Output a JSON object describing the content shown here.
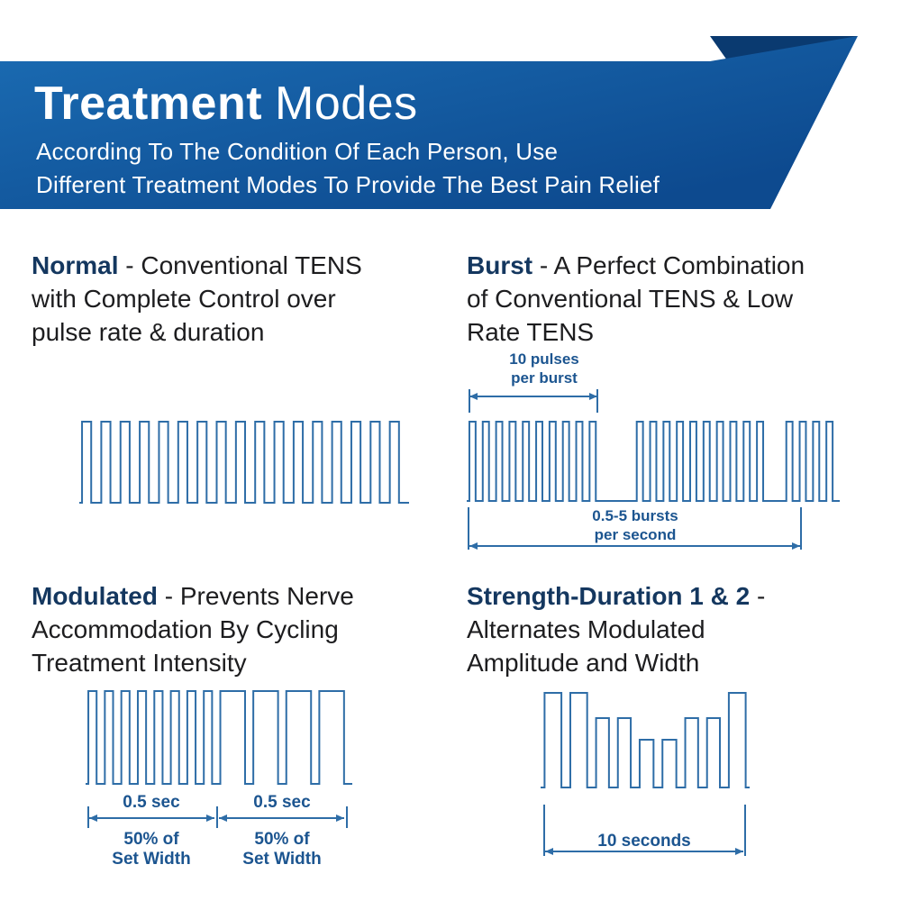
{
  "banner": {
    "title_bold": "Treatment",
    "title_regular": "Modes",
    "subtitle_line1": "According To The Condition Of Each Person, Use",
    "subtitle_line2": "Different Treatment Modes To Provide The Best Pain Relief"
  },
  "sections": {
    "normal": {
      "line1_name": "Normal",
      "line1_rest": " - Conventional TENS",
      "line2": "with Complete Control over",
      "line3": "pulse rate & duration"
    },
    "burst": {
      "line1_name": "Burst",
      "line1_rest": " - A Perfect Combination",
      "line2": "of Conventional TENS & Low",
      "line3": "Rate TENS",
      "top_label_line1": "10 pulses",
      "top_label_line2": "per burst",
      "bottom_label_line1": "0.5-5 bursts",
      "bottom_label_line2": "per second"
    },
    "modulated": {
      "line1_name": "Modulated",
      "line1_rest": " - Prevents Nerve",
      "line2": "Accommodation By Cycling",
      "line3": "Treatment Intensity",
      "left_time": "0.5 sec",
      "right_time": "0.5 sec",
      "left_width_line1": "50% of",
      "left_width_line2": "Set Width",
      "right_width_line1": "50% of",
      "right_width_line2": "Set Width"
    },
    "strength": {
      "line1_name": "Strength-Duration 1 & 2",
      "line1_rest": " -",
      "line2": "Alternates Modulated",
      "line3": "Amplitude and Width",
      "bottom_label": "10 seconds"
    }
  },
  "waveforms": {
    "normal": {
      "h": 100,
      "base": 97,
      "lead": 3,
      "segments": [
        {
          "n": 17,
          "w": 10,
          "g": 11,
          "amp": 90
        }
      ]
    },
    "burst": {
      "h": 98,
      "base": 95,
      "lead": 3,
      "segments": [
        {
          "n": 10,
          "w": 7,
          "g": 8,
          "amp": 88
        },
        {
          "gap": 38
        },
        {
          "n": 10,
          "w": 7,
          "g": 8,
          "amp": 88
        },
        {
          "gap": 18
        },
        {
          "n": 4,
          "w": 7,
          "g": 8,
          "amp": 88
        }
      ]
    },
    "modulated": {
      "h": 113,
      "base": 110,
      "lead": 3,
      "segments": [
        {
          "n": 8,
          "w": 9,
          "g": 9,
          "amp": 103
        },
        {
          "n": 4,
          "w": 27,
          "g": 9,
          "amp": 103
        }
      ]
    },
    "strength": {
      "h": 114,
      "base": 111,
      "lead": 4,
      "segments": [
        {
          "n": 2,
          "w": 17,
          "g": 9,
          "amp": 105
        },
        {
          "n": 2,
          "w": 13,
          "g": 9,
          "amp": 77
        },
        {
          "n": 2,
          "w": 14,
          "g": 9,
          "amp": 53
        },
        {
          "n": 2,
          "w": 13,
          "g": 9,
          "amp": 77
        },
        {
          "n": 1,
          "w": 17,
          "g": 4,
          "amp": 105
        }
      ]
    }
  },
  "colors": {
    "banner-top": "#1b6cb3",
    "banner-bottom": "#0d4a8f",
    "fold": "#0a3a70",
    "navy": "#14375f",
    "body": "#1d1d1f",
    "wave": "#2e6da7",
    "ann": "#1c5590",
    "page-bg": "#ffffff"
  }
}
